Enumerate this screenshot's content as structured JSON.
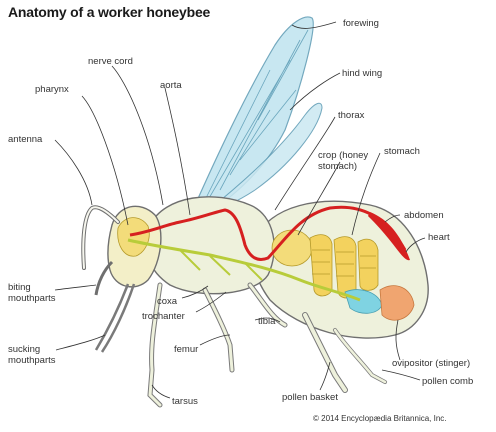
{
  "title": "Anatomy of a worker honeybee",
  "labels": {
    "forewing": "forewing",
    "nerve_cord": "nerve cord",
    "pharynx": "pharynx",
    "aorta": "aorta",
    "hind_wing": "hind wing",
    "thorax": "thorax",
    "antenna": "antenna",
    "stomach": "stomach",
    "crop_line1": "crop (honey",
    "crop_line2": "stomach)",
    "abdomen": "abdomen",
    "heart": "heart",
    "biting_line1": "biting",
    "biting_line2": "mouthparts",
    "coxa": "coxa",
    "trochanter": "trochanter",
    "tibia": "tibia",
    "femur": "femur",
    "sucking_line1": "sucking",
    "sucking_line2": "mouthparts",
    "ovipositor": "ovipositor (stinger)",
    "pollen_basket": "pollen basket",
    "pollen_comb": "pollen comb",
    "tarsus": "tarsus"
  },
  "copyright": "© 2014 Encyclopædia Britannica, Inc.",
  "colors": {
    "body_outline": "#6f6f6f",
    "body_fill": "#eef1dc",
    "wing_fill": "#bfe3ef",
    "wing_stroke": "#5b9ab3",
    "aorta_heart": "#d62020",
    "nerve": "#b8cc3a",
    "crop": "#f3dc7a",
    "gut": "#f3d25e",
    "cyan_organ": "#7fd3e2",
    "orange_organ": "#f0a570"
  }
}
